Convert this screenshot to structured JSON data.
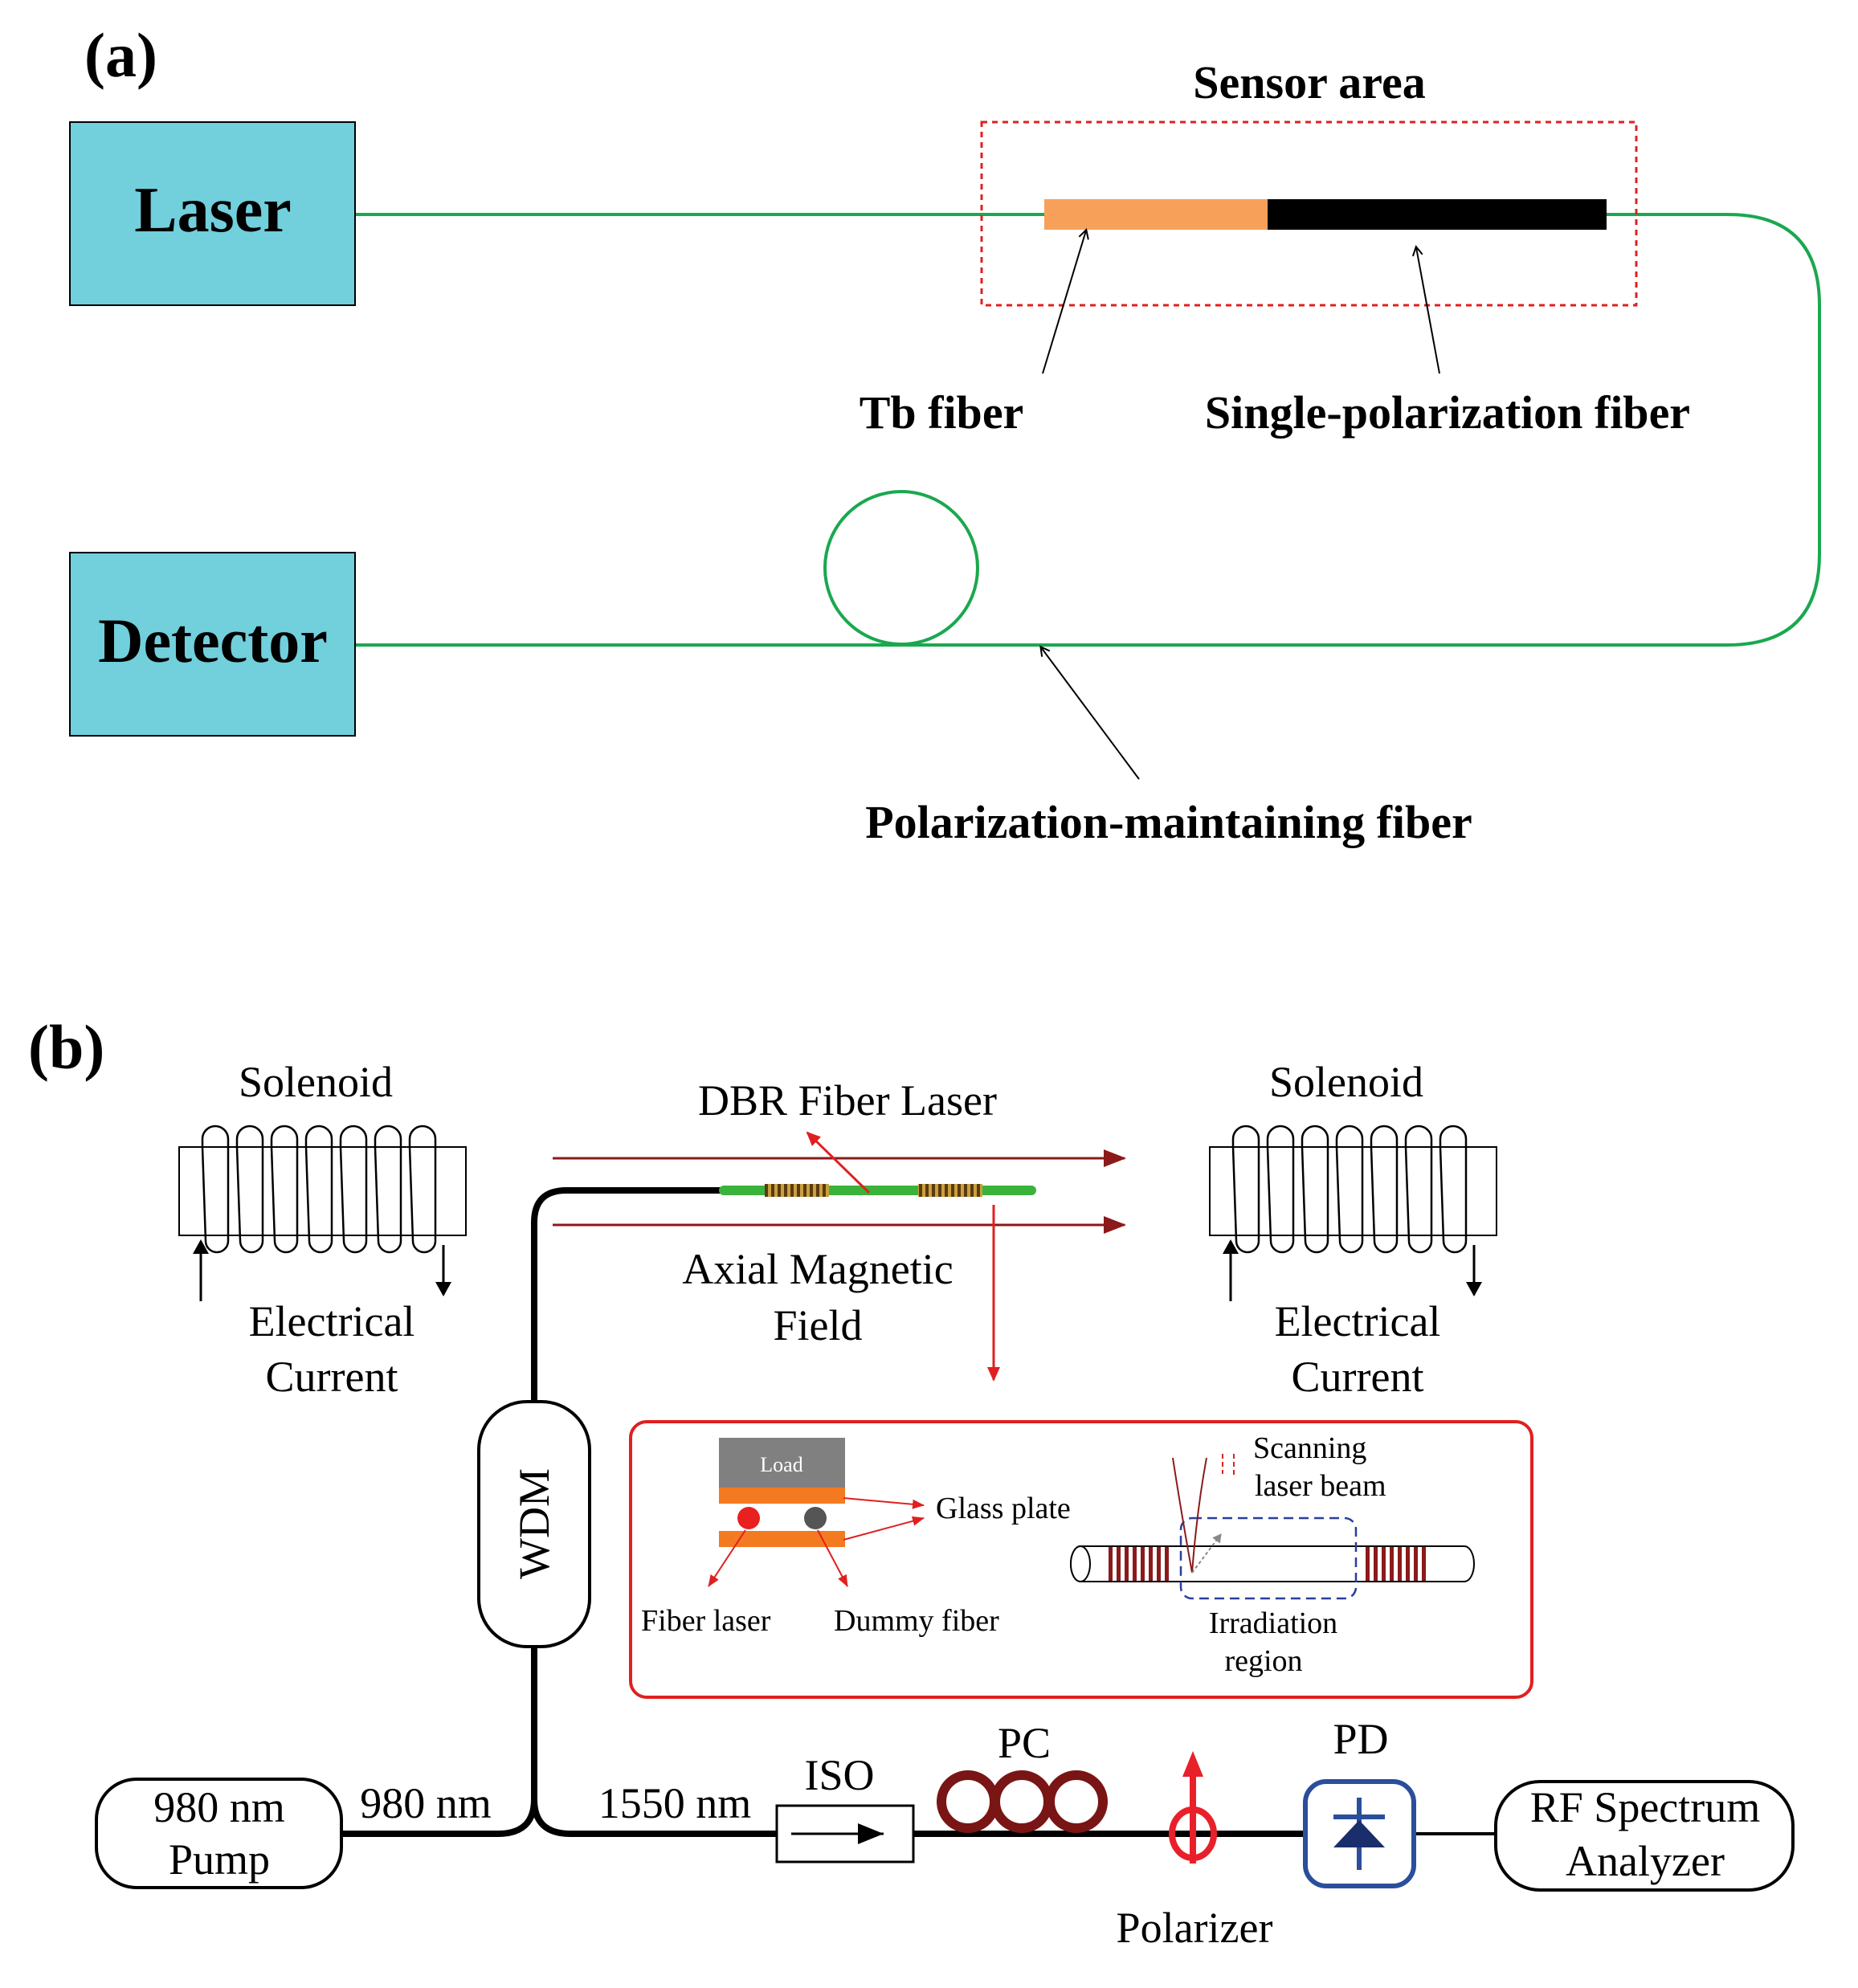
{
  "panel_a": {
    "label": "(a)",
    "laser": "Laser",
    "detector": "Detector",
    "sensor_area": "Sensor area",
    "tb_fiber": "Tb fiber",
    "sp_fiber": "Single-polarization fiber",
    "pm_fiber": "Polarization-maintaining fiber",
    "colors": {
      "box_fill": "#72cfdc",
      "fiber": "#1aa84f",
      "tb": "#f7a05a",
      "sp": "#000000",
      "sensor_border": "#e02020"
    }
  },
  "panel_b": {
    "label": "(b)",
    "solenoid_left": "Solenoid",
    "solenoid_right": "Solenoid",
    "current_left": [
      "Electrical",
      "Current"
    ],
    "current_right": [
      "Electrical",
      "Current"
    ],
    "dbr": "DBR Fiber Laser",
    "axial": [
      "Axial Magnetic",
      "Field"
    ],
    "wdm": "WDM",
    "pump": [
      "980 nm",
      "Pump"
    ],
    "pump_wl": "980 nm",
    "signal_wl": "1550 nm",
    "iso": "ISO",
    "pc": "PC",
    "pd": "PD",
    "polarizer": "Polarizer",
    "rfsa": [
      "RF Spectrum",
      "Analyzer"
    ],
    "inset": {
      "load": "Load",
      "glass_plate": "Glass plate",
      "fiber_laser": "Fiber laser",
      "dummy_fiber": "Dummy fiber",
      "scanning": [
        "Scanning",
        "laser beam"
      ],
      "irradiation": [
        "Irradiation",
        "region"
      ]
    },
    "colors": {
      "field_arrow": "#8b1a1a",
      "inset_border": "#e02020",
      "pc": "#7a1515",
      "polarizer": "#e8202a",
      "pd": "#2a4e9b",
      "grating": "#c06020",
      "laser_fiber": "#3ab33a"
    }
  }
}
